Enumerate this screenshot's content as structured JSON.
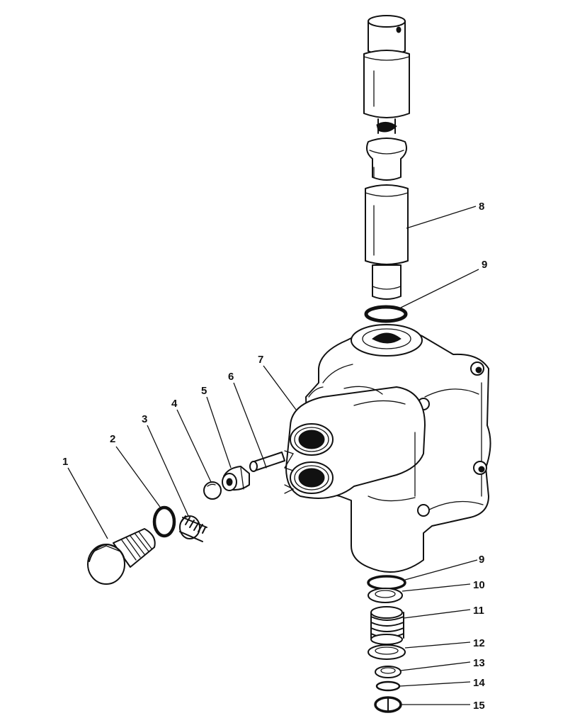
{
  "callouts": [
    {
      "id": "c1",
      "label": "1"
    },
    {
      "id": "c2",
      "label": "2"
    },
    {
      "id": "c3",
      "label": "3"
    },
    {
      "id": "c4",
      "label": "4"
    },
    {
      "id": "c5",
      "label": "5"
    },
    {
      "id": "c6",
      "label": "6"
    },
    {
      "id": "c7",
      "label": "7"
    },
    {
      "id": "c8",
      "label": "8"
    },
    {
      "id": "c9a",
      "label": "9"
    },
    {
      "id": "c9b",
      "label": "9"
    },
    {
      "id": "c10",
      "label": "10"
    },
    {
      "id": "c11",
      "label": "11"
    },
    {
      "id": "c12",
      "label": "12"
    },
    {
      "id": "c13",
      "label": "13"
    },
    {
      "id": "c14",
      "label": "14"
    },
    {
      "id": "c15",
      "label": "15"
    }
  ]
}
